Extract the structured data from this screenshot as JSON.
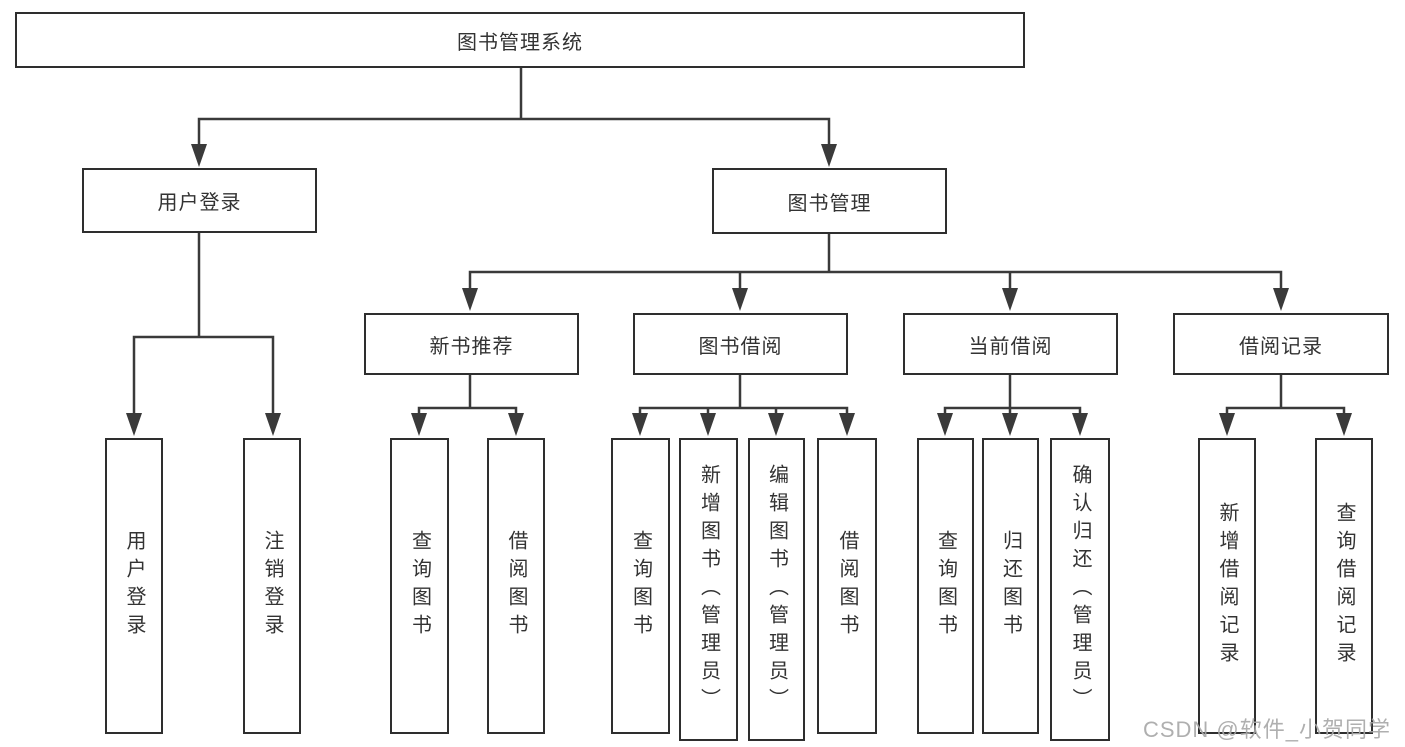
{
  "diagram": {
    "title": "图书管理系统",
    "branches": [
      {
        "label": "用户登录",
        "children": [
          {
            "label": "用户登录"
          },
          {
            "label": "注销登录"
          }
        ]
      },
      {
        "label": "图书管理",
        "children": [
          {
            "label": "新书推荐",
            "children": [
              {
                "label": "查询图书"
              },
              {
                "label": "借阅图书"
              }
            ]
          },
          {
            "label": "图书借阅",
            "children": [
              {
                "label": "查询图书"
              },
              {
                "label": "新增图书（管理员）"
              },
              {
                "label": "编辑图书（管理员）"
              },
              {
                "label": "借阅图书"
              }
            ]
          },
          {
            "label": "当前借阅",
            "children": [
              {
                "label": "查询图书"
              },
              {
                "label": "归还图书"
              },
              {
                "label": "确认归还（管理员）"
              }
            ]
          },
          {
            "label": "借阅记录",
            "children": [
              {
                "label": "新增借阅记录"
              },
              {
                "label": "查询借阅记录"
              }
            ]
          }
        ]
      }
    ]
  },
  "watermark": "CSDN @软件_小贺同学",
  "colors": {
    "line": "#3a3a3a",
    "border": "#2e2e2e",
    "text": "#333333",
    "watermark": "#a8a8a8"
  }
}
